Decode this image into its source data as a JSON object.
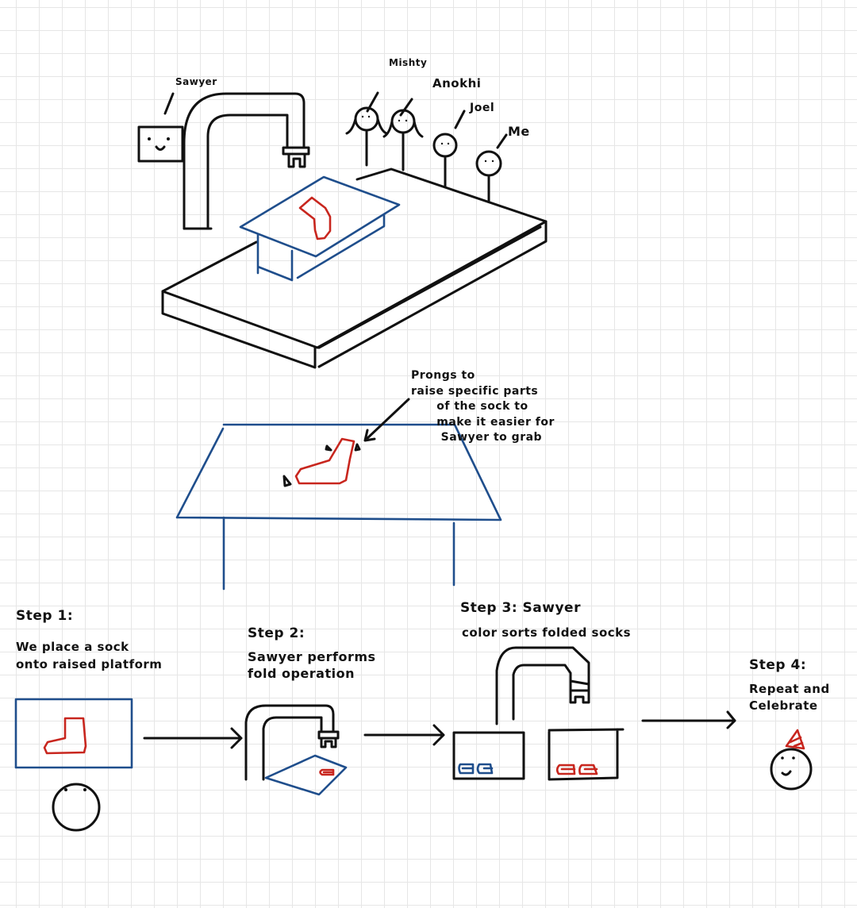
{
  "colors": {
    "ink": "#111111",
    "platform_blue": "#1f4e8c",
    "sock_red": "#c8261e",
    "grid": "#e6e6e6"
  },
  "overview": {
    "robot_label": "Sawyer",
    "people": [
      "Mishty",
      "Anokhi",
      "Joel",
      "Me"
    ]
  },
  "platform_closeup": {
    "annotation": "Prongs to\nraise specific parts\n      of the sock to\n      make it easier for\n       Sawyer to grab"
  },
  "steps": [
    {
      "title": "Step 1:",
      "text": "We place a sock\nonto raised platform"
    },
    {
      "title": "Step 2:",
      "text": "Sawyer performs\nfold operation"
    },
    {
      "title": "Step 3: Sawyer",
      "text": "color sorts folded socks"
    },
    {
      "title": "Step 4:",
      "text": "Repeat and\nCelebrate"
    }
  ]
}
